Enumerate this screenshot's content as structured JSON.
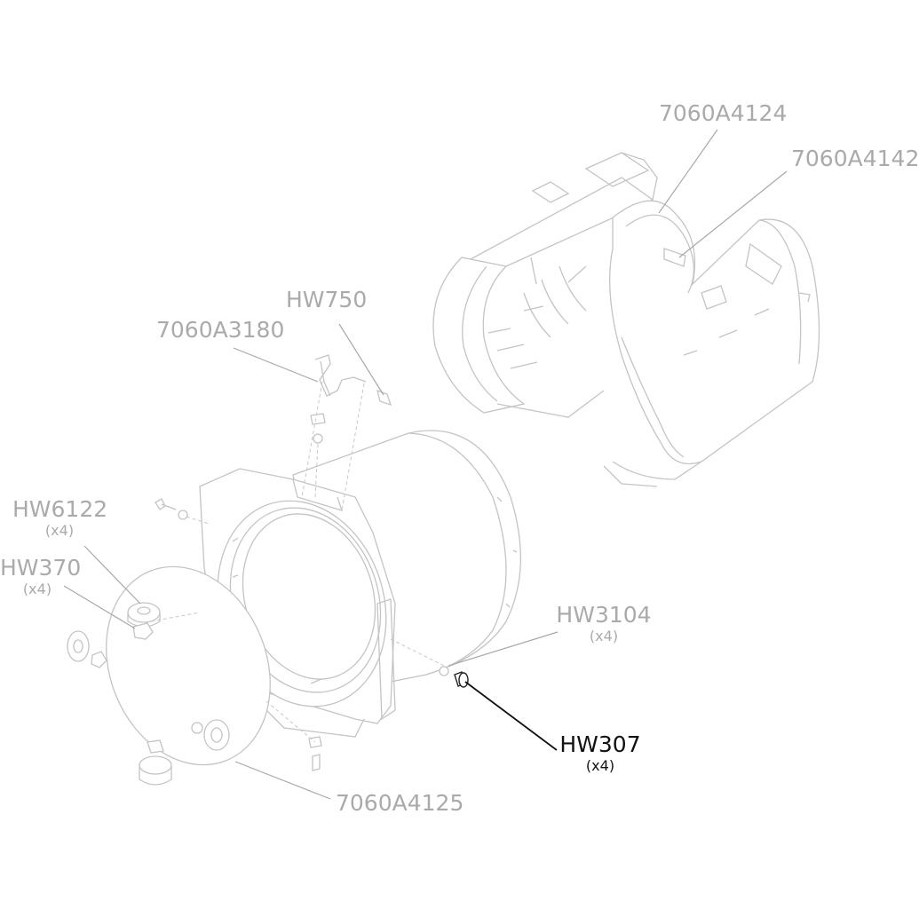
{
  "labels": {
    "p_7060A4124": {
      "code": "7060A4124"
    },
    "p_7060A4142": {
      "code": "7060A4142"
    },
    "p_HW750": {
      "code": "HW750"
    },
    "p_7060A3180": {
      "code": "7060A3180"
    },
    "p_HW6122": {
      "code": "HW6122",
      "qty": "(x4)"
    },
    "p_HW370": {
      "code": "HW370",
      "qty": "(x4)"
    },
    "p_HW3104": {
      "code": "HW3104",
      "qty": "(x4)"
    },
    "p_HW307": {
      "code": "HW307",
      "qty": "(x4)"
    },
    "p_7060A4125": {
      "code": "7060A4125"
    }
  },
  "colors": {
    "label_default": "#aaaaaa",
    "label_highlight": "#111111",
    "line_art": "#c4c4c4",
    "highlight_part": "#222222"
  },
  "highlighted_part": "HW307"
}
